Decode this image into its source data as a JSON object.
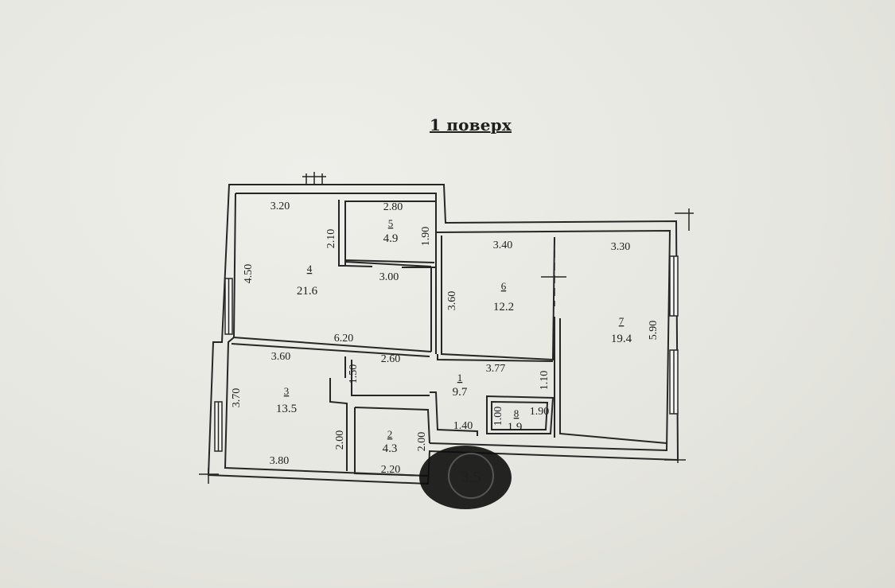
{
  "title": "1 поверх",
  "rooms": [
    {
      "id": "r1",
      "number": "1",
      "area": "9.7"
    },
    {
      "id": "r2",
      "number": "2",
      "area": "4.3"
    },
    {
      "id": "r3",
      "number": "3",
      "area": "13.5"
    },
    {
      "id": "r4",
      "number": "4",
      "area": "21.6"
    },
    {
      "id": "r5",
      "number": "5",
      "area": "4.9"
    },
    {
      "id": "r6",
      "number": "6",
      "area": "12.2"
    },
    {
      "id": "r7",
      "number": "7",
      "area": "19.4"
    },
    {
      "id": "r8",
      "number": "8",
      "area": "1.9"
    }
  ],
  "dimensions": {
    "r4_top": "3.20",
    "r4_inner_v": "2.10",
    "r4_left": "4.50",
    "r4_mid": "3.00",
    "r4_bottom": "6.20",
    "r5_top": "2.80",
    "r5_side": "1.90",
    "r6_top": "3.40",
    "r6_side": "3.60",
    "r7_top": "3.30",
    "r7_side": "5.90",
    "r3_top": "3.60",
    "r3_left": "3.70",
    "r3_bottom": "3.80",
    "r3_right": "2.00",
    "r1_top": "2.60",
    "r1_left": "1.50",
    "r1_top_right": "3.77",
    "r1_right": "1.10",
    "r1_bottom": "1.40",
    "r2_right": "2.00",
    "r2_bottom": "2.20",
    "r8_left": "1.00",
    "r8_top": "1.90"
  },
  "stamp_text": "3.5",
  "colors": {
    "paper": "#e7e7e1",
    "ink": "#1f1f1f",
    "wall_fill": "#f3f3ee"
  }
}
